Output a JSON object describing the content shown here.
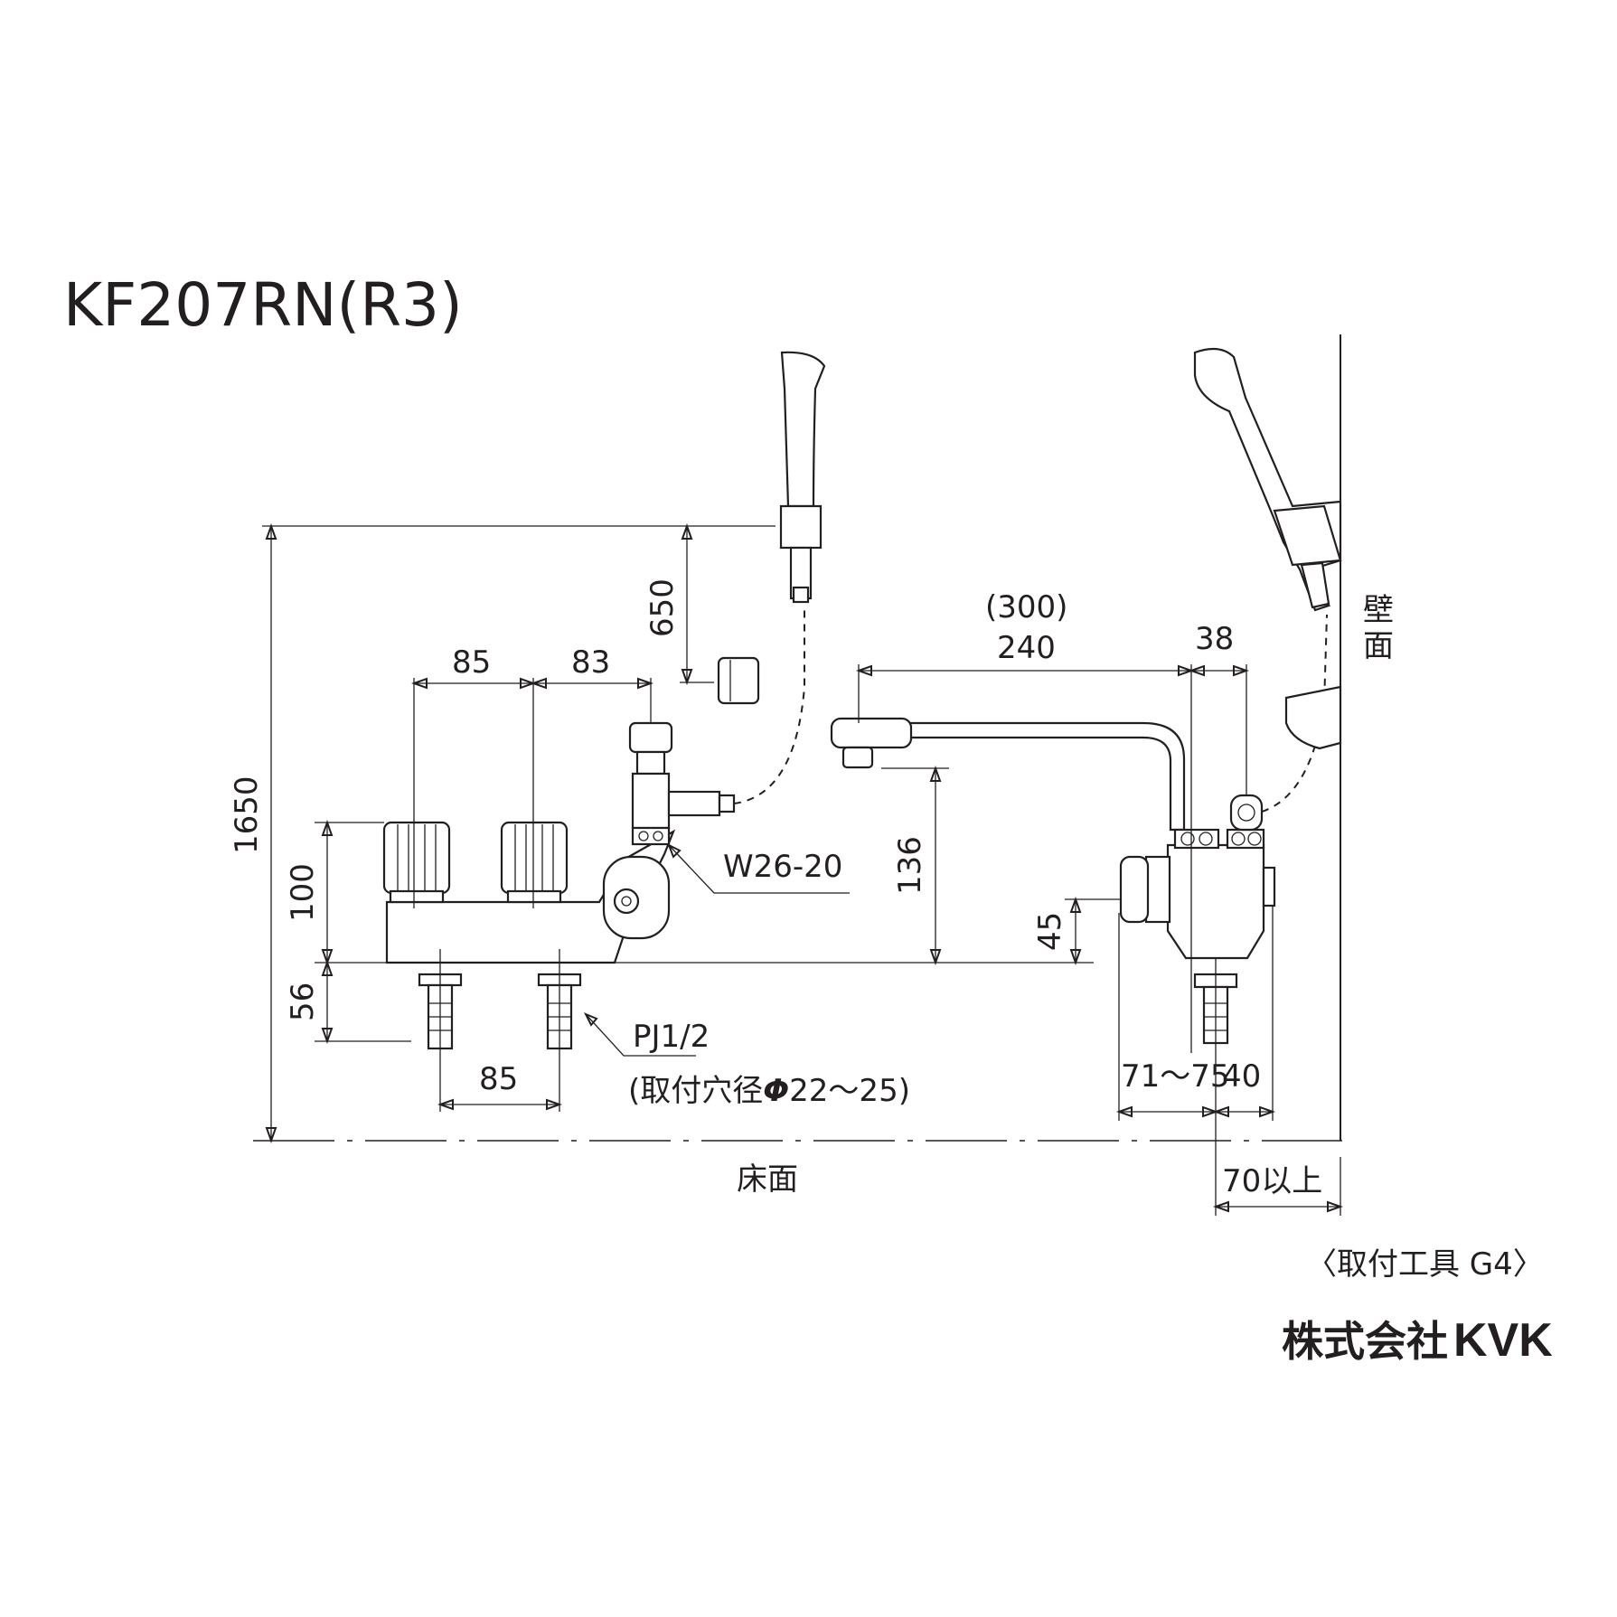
{
  "title": "KF207RN(R3)",
  "dimensions": {
    "d1650": "1650",
    "d650": "650",
    "d85_top": "85",
    "d83": "83",
    "d100": "100",
    "d56": "56",
    "d85_bottom": "85",
    "d300": "(300)",
    "d240": "240",
    "d38": "38",
    "d136": "136",
    "d45": "45",
    "d71_75": "71～75",
    "d40": "40",
    "d70": "70以上"
  },
  "labels": {
    "w26": "W26-20",
    "pj": "PJ1/2",
    "hole": "(取付穴径",
    "hole_value": "22～25)",
    "phi": "Φ",
    "wall_1": "壁",
    "wall_2": "面",
    "floor": "床面",
    "fitting": "〈取付工具 G4〉"
  },
  "company": {
    "name_jp": "株式会社",
    "brand": "KVK"
  }
}
